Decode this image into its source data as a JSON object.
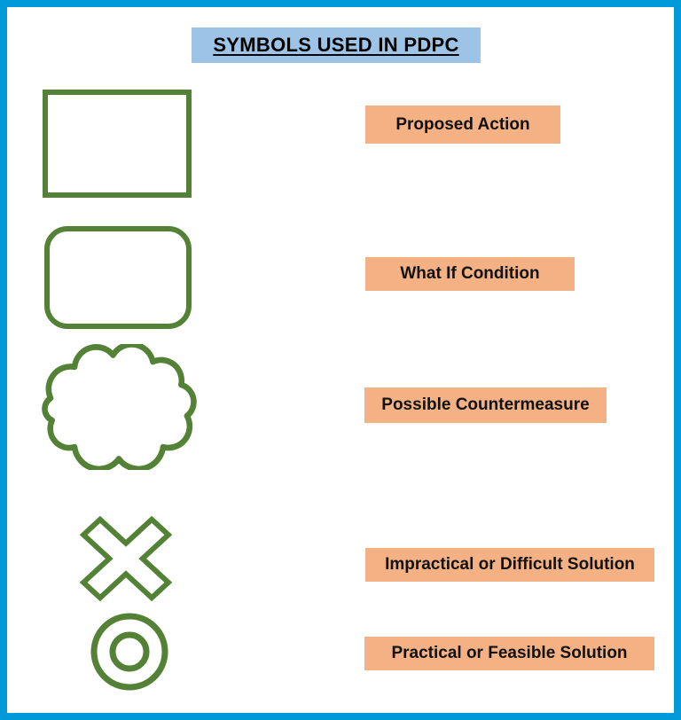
{
  "title": "SYMBOLS USED IN PDPC",
  "colors": {
    "canvas_border": "#0099D8",
    "title_background": "#9DC3E6",
    "label_background": "#F4B183",
    "symbol_stroke": "#538135",
    "text": "#000000"
  },
  "rows": [
    {
      "symbol": "rectangle",
      "label": "Proposed Action"
    },
    {
      "symbol": "rounded-rectangle",
      "label": "What If Condition"
    },
    {
      "symbol": "cloud",
      "label": "Possible Countermeasure"
    },
    {
      "symbol": "x-cross",
      "label": "Impractical or Difficult Solution"
    },
    {
      "symbol": "double-circle",
      "label": "Practical or Feasible Solution"
    }
  ]
}
